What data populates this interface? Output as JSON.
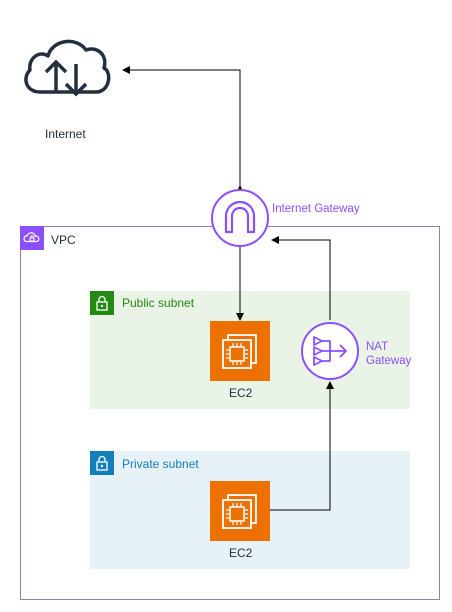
{
  "internet": {
    "label": "Internet",
    "icon": "cloud-upload-download-icon"
  },
  "internet_gateway": {
    "label": "Internet Gateway",
    "icon": "internet-gateway-icon"
  },
  "vpc": {
    "label": "VPC",
    "icon": "vpc-cloud-lock-icon"
  },
  "public_subnet": {
    "label": "Public subnet",
    "icon": "lock-icon",
    "ec2_label": "EC2"
  },
  "nat_gateway": {
    "label_line1": "NAT",
    "label_line2": "Gateway",
    "icon": "nat-gateway-icon"
  },
  "private_subnet": {
    "label": "Private subnet",
    "icon": "lock-icon",
    "ec2_label": "EC2"
  },
  "colors": {
    "vpc_border": "#8c4fff",
    "public_fill": "#e9f3e6",
    "public_accent": "#248814",
    "private_fill": "#e6f2f8",
    "private_accent": "#147eba",
    "ec2_orange": "#ed7100",
    "arrow": "#000000"
  }
}
